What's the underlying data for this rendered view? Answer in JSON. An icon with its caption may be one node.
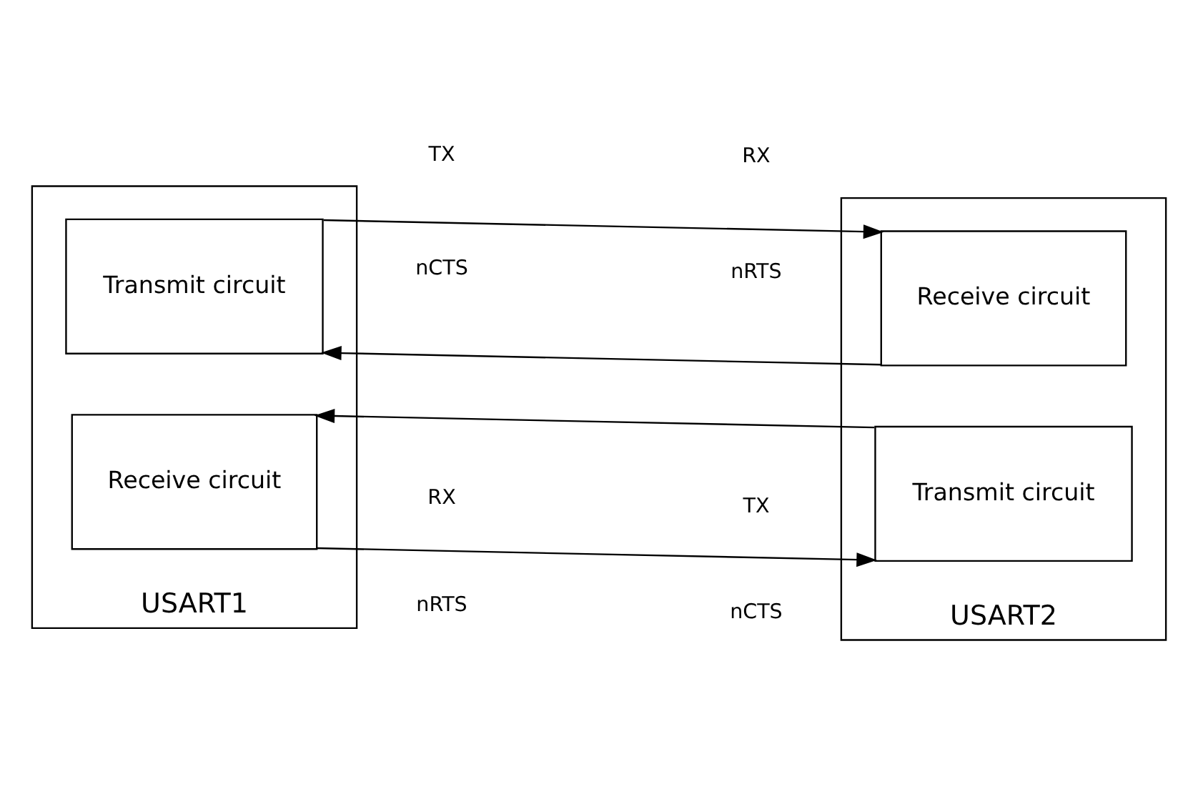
{
  "diagram": {
    "nodes": [
      {
        "text": [
          "USART1"
        ]
      },
      {
        "text": [
          "Transmit circuit"
        ],
        "in": 0
      },
      {
        "text": [
          "Receive circuit"
        ],
        "in": 0
      },
      {
        "text": [
          "USART2"
        ]
      },
      {
        "text": [
          "Receive circuit"
        ],
        "in": 3
      },
      {
        "text": [
          "Transmit circuit"
        ],
        "in": 3
      }
    ],
    "edges": [
      {
        "from": 1,
        "to": 4,
        "arrow": "to"
      },
      {
        "from": 4,
        "to": 1,
        "arrow": "to"
      },
      {
        "from": 5,
        "to": 2,
        "arrow": "to"
      },
      {
        "from": 2,
        "to": 5,
        "arrow": "to"
      }
    ],
    "labels": [
      "TX",
      "RX",
      "nCTS",
      "nRTS",
      "RX",
      "TX",
      "nRTS",
      "nCTS"
    ]
  }
}
